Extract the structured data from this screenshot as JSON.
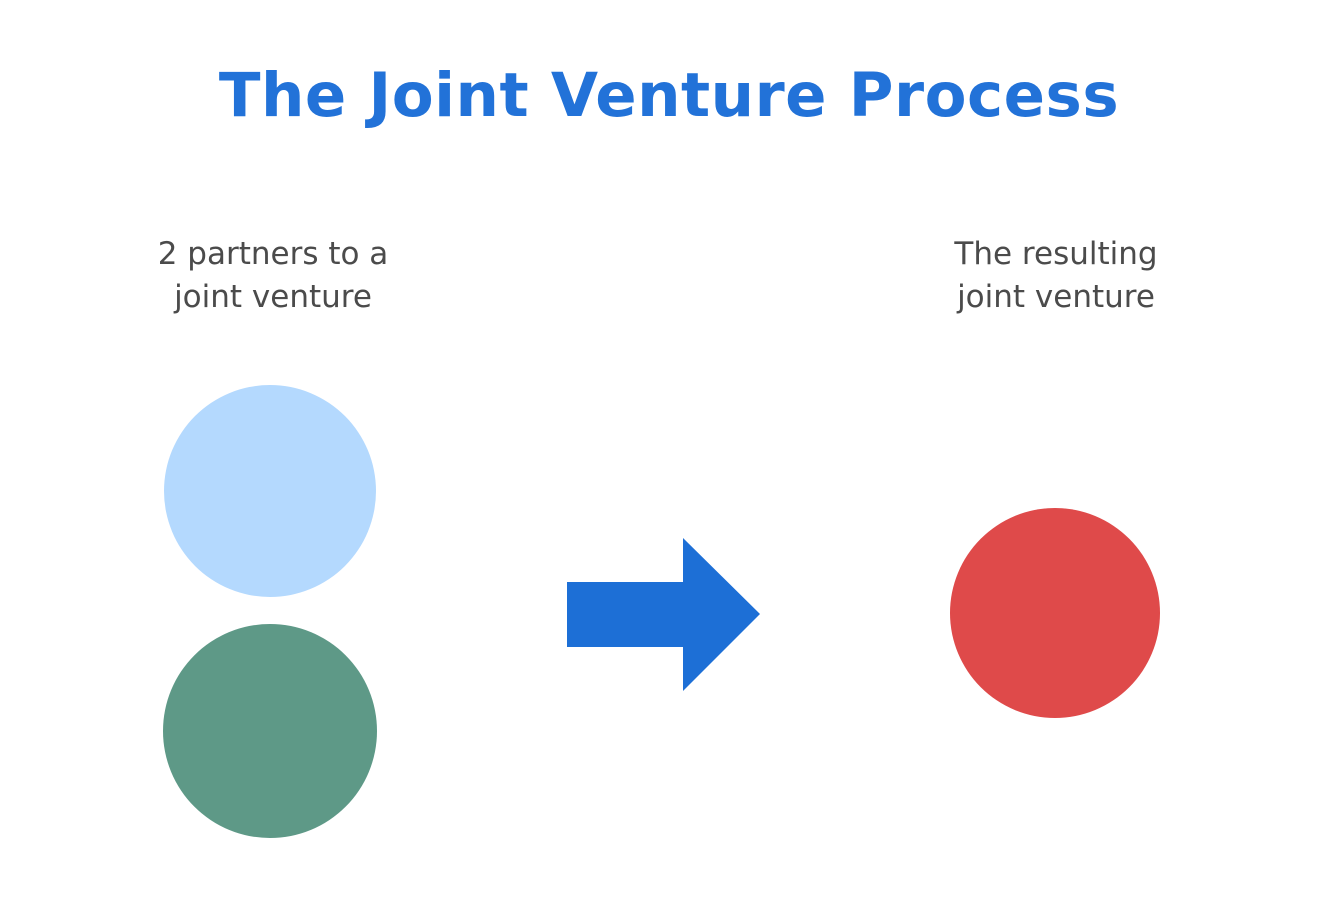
{
  "title": {
    "text": "The Joint Venture Process",
    "color": "#2272D8"
  },
  "labels": {
    "partners": "2 partners to a\njoint venture",
    "result": "The resulting\njoint venture",
    "text_color": "#4B4B4B"
  },
  "diagram": {
    "partner1_circle": {
      "label": "partner-1",
      "color": "#B4D9FE"
    },
    "partner2_circle": {
      "label": "partner-2",
      "color": "#5E9987"
    },
    "result_circle": {
      "label": "resulting-joint-venture",
      "color": "#DF4A4A"
    },
    "arrow": {
      "direction": "right",
      "color": "#1D6FD6"
    }
  },
  "background_color": "#FFFFFF"
}
